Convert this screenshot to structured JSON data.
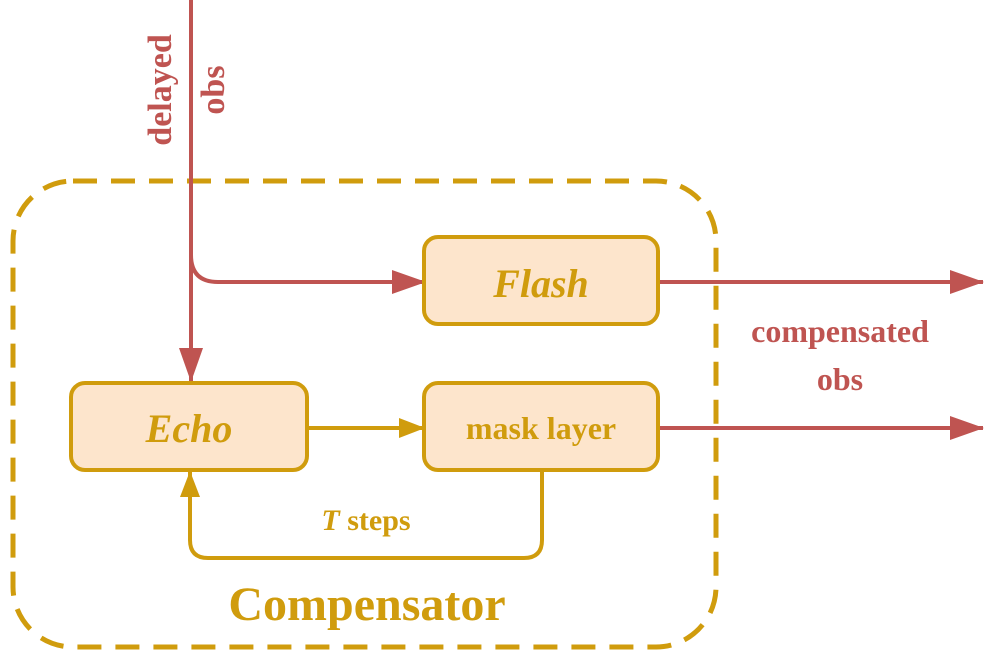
{
  "colors": {
    "red": "#bf5451",
    "gold": "#d09c0d",
    "box_fill": "#fde5cc",
    "background": "#ffffff"
  },
  "labels": {
    "input_line1": "delayed",
    "input_line2": "obs",
    "output_line1": "compensated",
    "output_line2": "obs",
    "loop_var": "T",
    "loop_rest": " steps",
    "container": "Compensator"
  },
  "nodes": {
    "flash": "Flash",
    "echo": "Echo",
    "mask": "mask layer"
  }
}
